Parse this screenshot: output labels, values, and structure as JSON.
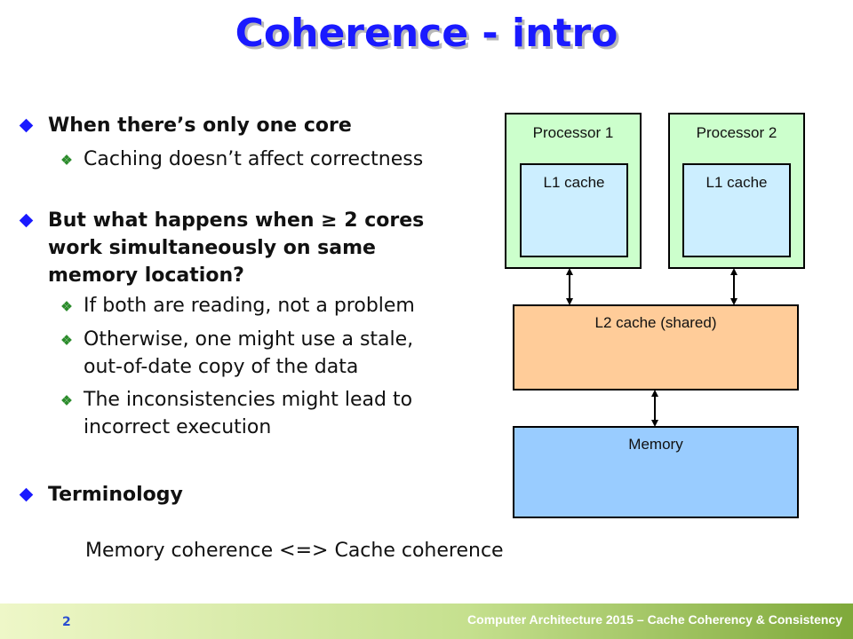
{
  "title": "Coherence - intro",
  "bullets": [
    {
      "level": 1,
      "text": "When there’s only one core"
    },
    {
      "level": 2,
      "text": "Caching doesn’t affect correctness"
    },
    {
      "level": 0,
      "text": ""
    },
    {
      "level": 1,
      "text": "But what happens when ≥ 2 cores"
    },
    {
      "level": 1,
      "cont": true,
      "text": "work simultaneously on same"
    },
    {
      "level": 1,
      "cont": true,
      "text": "memory location?"
    },
    {
      "level": 2,
      "text": "If both are reading, not a problem"
    },
    {
      "level": 2,
      "text": "Otherwise, one might use a stale,"
    },
    {
      "level": 2,
      "cont": true,
      "text": "out-of-date copy of the data"
    },
    {
      "level": 2,
      "text": "The inconsistencies might lead to"
    },
    {
      "level": 2,
      "cont": true,
      "text": "incorrect execution"
    }
  ],
  "terminology": {
    "heading": "Terminology",
    "text": "Memory coherence <=> Cache coherence"
  },
  "diagram": {
    "processor1": "Processor 1",
    "processor2": "Processor 2",
    "l1_cache_1": "L1 cache",
    "l1_cache_2": "L1 cache",
    "l2_cache": "L2 cache (shared)",
    "memory": "Memory"
  },
  "footer": {
    "page_number": "2",
    "text": "Computer Architecture 2015 – Cache Coherency & Consistency"
  }
}
